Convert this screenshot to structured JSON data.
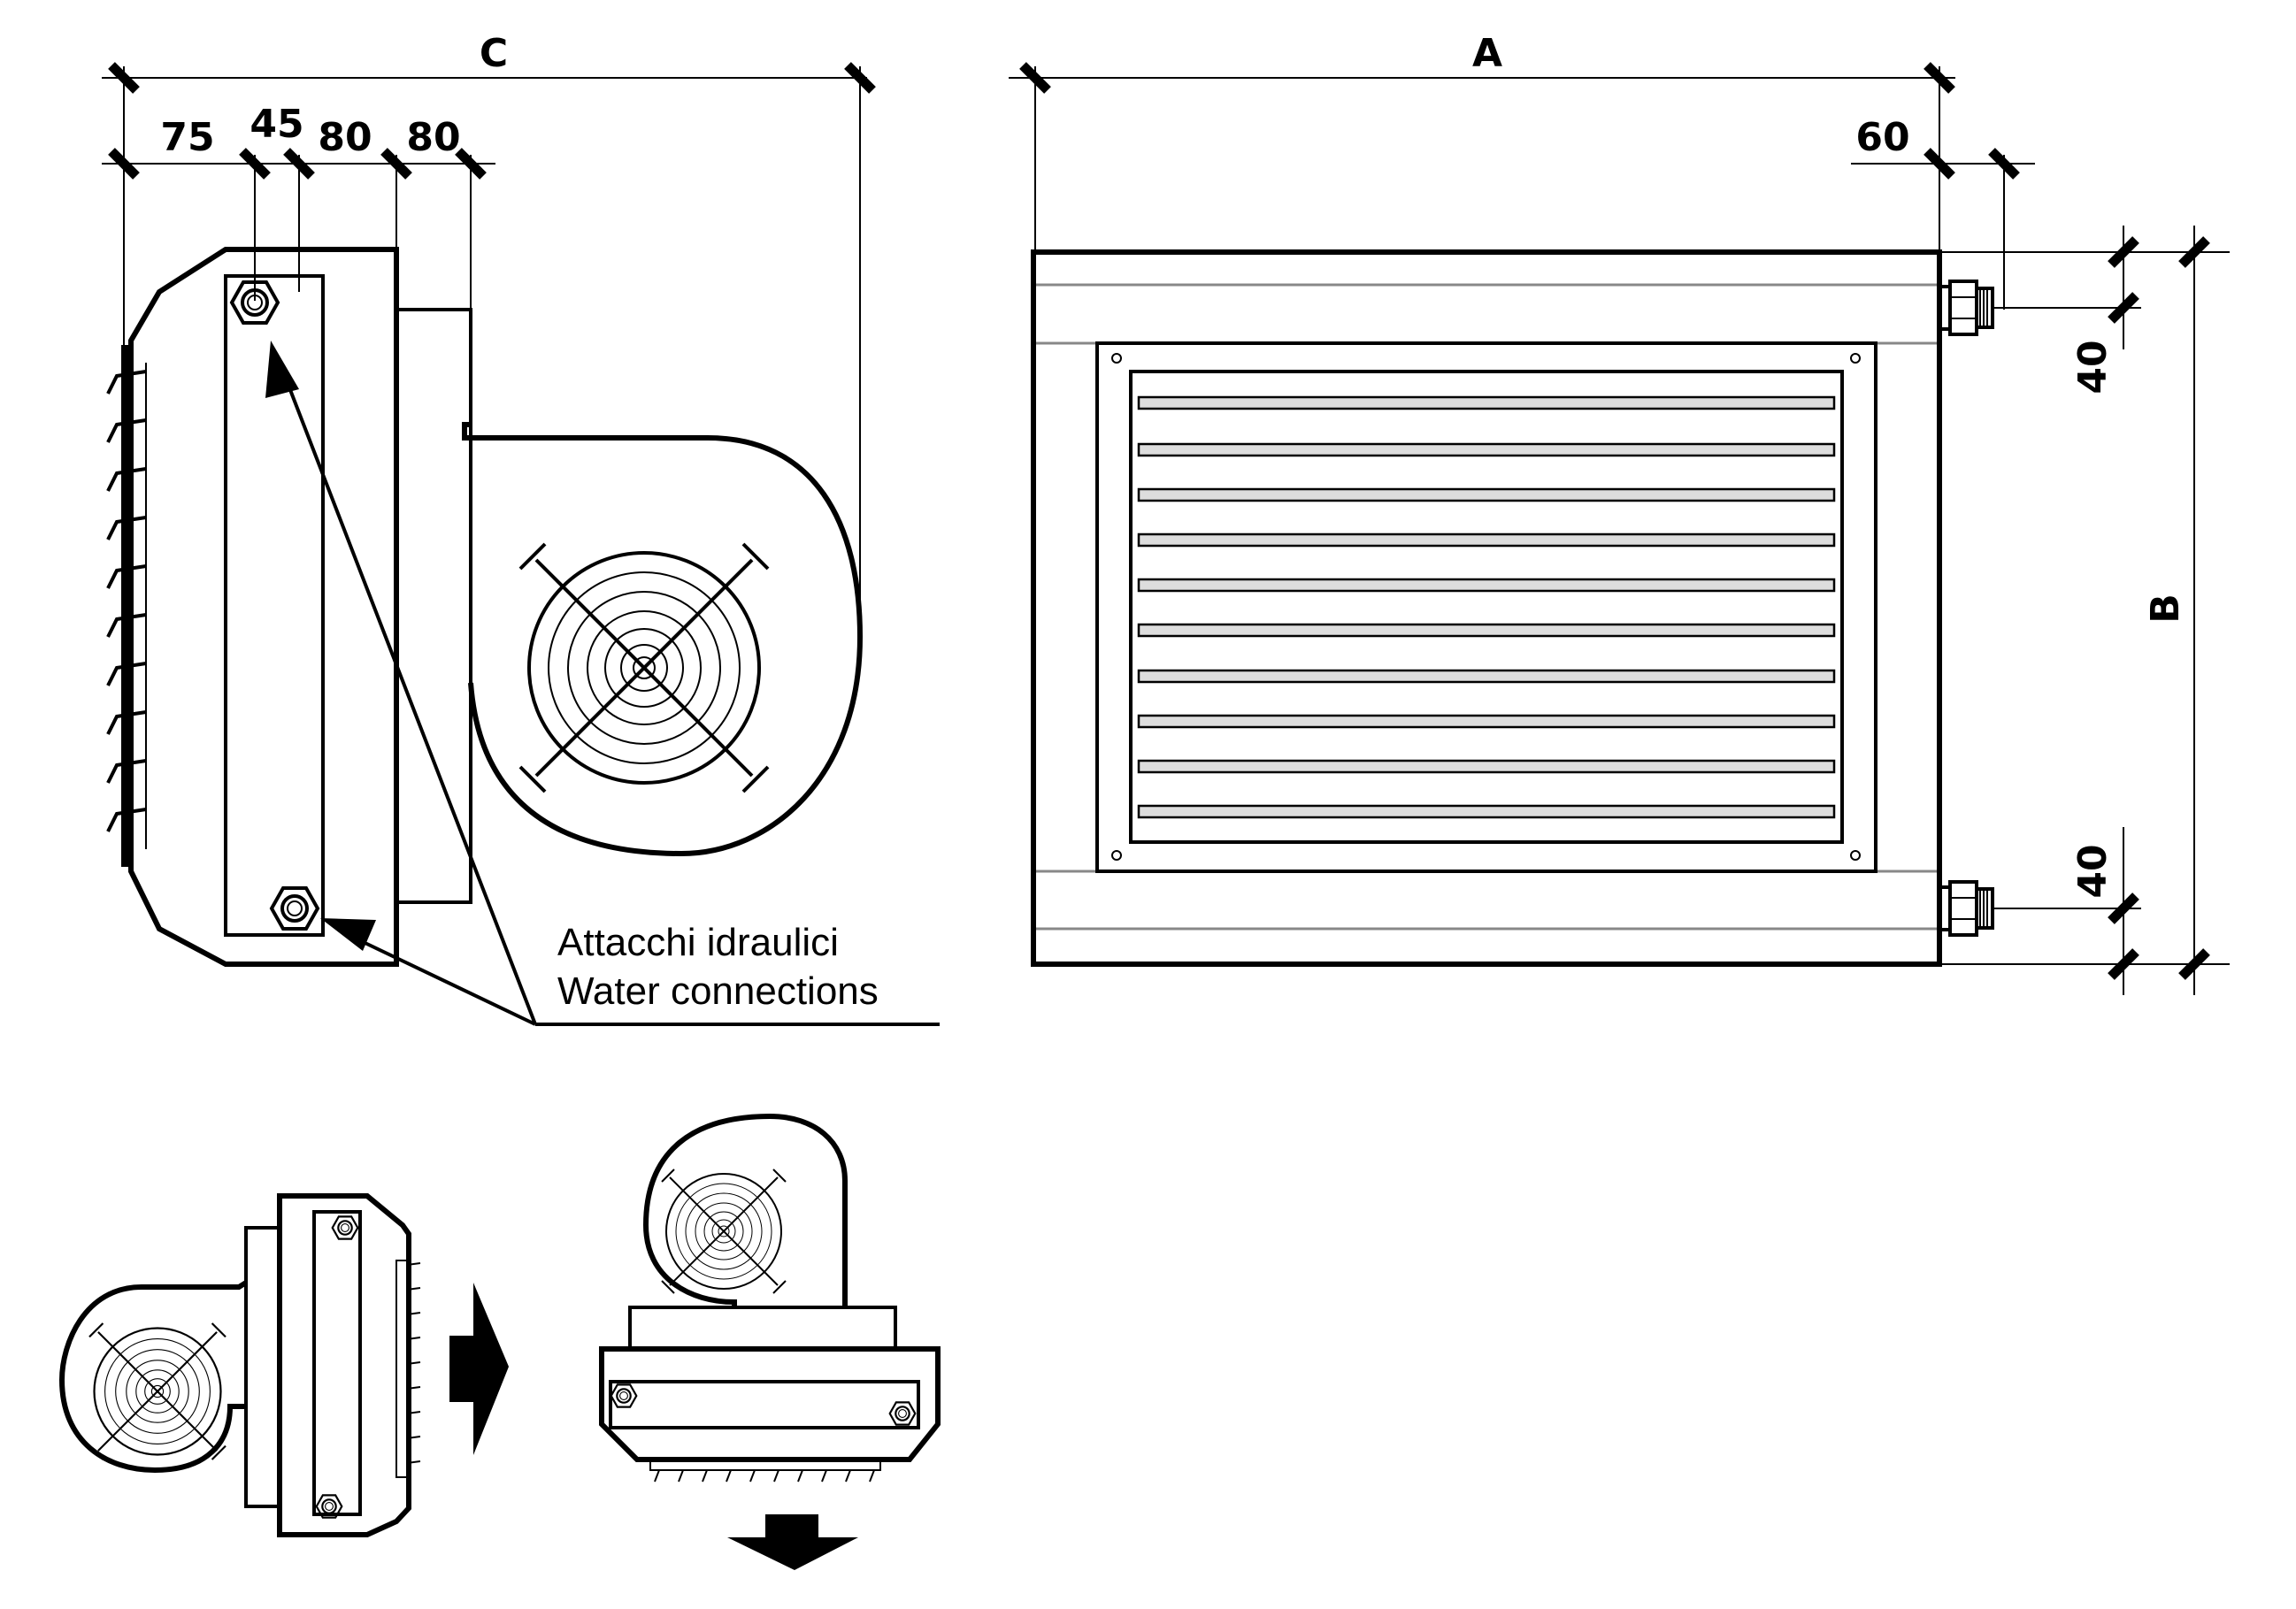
{
  "dimensions": {
    "c": "C",
    "a": "A",
    "b": "B",
    "d75": "75",
    "d45": "45",
    "d80a": "80",
    "d80b": "80",
    "d60": "60",
    "d40top": "40",
    "d40bottom": "40"
  },
  "callout": {
    "line1": "Attacchi idraulici",
    "line2": "Water connections"
  },
  "icons": {
    "fan": "fan-grille-icon",
    "arrow_right": "arrow-right-icon",
    "arrow_down": "arrow-down-icon",
    "fitting": "hex-nut-fitting-icon"
  },
  "colors": {
    "line": "#000000",
    "guide": "#888888",
    "slat_fill": "#dddddd"
  }
}
